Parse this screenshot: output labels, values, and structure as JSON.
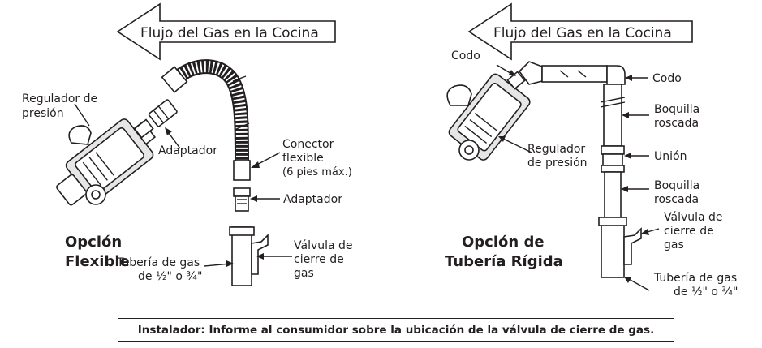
{
  "flexible": {
    "flow_arrow": "Flujo del Gas en la Cocina",
    "option_title": [
      "Opción",
      "Flexible"
    ],
    "regulator": [
      "Regulador de",
      "presión"
    ],
    "adapter_top": "Adaptador",
    "connector": [
      "Conector",
      "flexible",
      "(6 pies máx.)"
    ],
    "adapter_bottom": "Adaptador",
    "valve": [
      "Válvula de",
      "cierre de",
      "gas"
    ],
    "pipe": [
      "Tubería de gas",
      "de ½\" o ¾\""
    ]
  },
  "rigid": {
    "flow_arrow": "Flujo del Gas en la Cocina",
    "option_title": [
      "Opción de",
      "Tubería Rígida"
    ],
    "elbow_left": "Codo",
    "elbow_right": "Codo",
    "nipple_top": [
      "Boquilla",
      "roscada"
    ],
    "union": "Unión",
    "regulator": [
      "Regulador",
      "de presión"
    ],
    "nipple_bottom": [
      "Boquilla",
      "roscada"
    ],
    "valve": [
      "Válvula de",
      "cierre de",
      "gas"
    ],
    "pipe": [
      "Tubería de gas",
      "de ½\" o ¾\""
    ]
  },
  "note": "Instalador: Informe al consumidor sobre la ubicación de la válvula de cierre de gas."
}
